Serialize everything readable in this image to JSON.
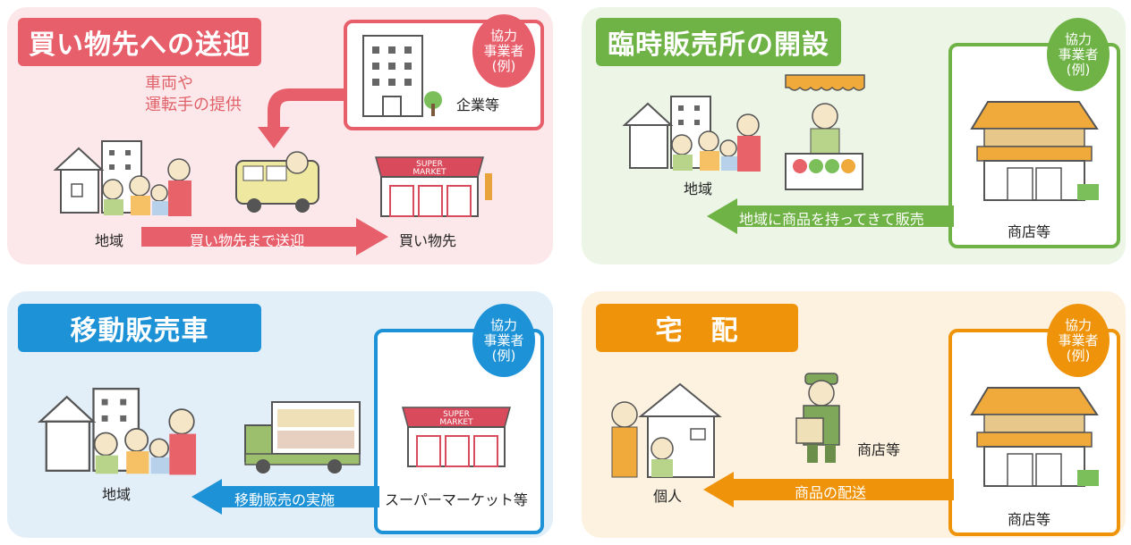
{
  "colors": {
    "pink": "#e85f6c",
    "pink_bg": "#fce8ea",
    "green": "#6fb346",
    "green_bg": "#ecf5e6",
    "blue": "#1e92d6",
    "blue_bg": "#e2eff9",
    "orange": "#ef930b",
    "orange_bg": "#fdf1e0"
  },
  "badge": {
    "line1": "協力",
    "line2": "事業者",
    "line3": "(例)"
  },
  "p1": {
    "title": "買い物先への送迎",
    "vehicle_l1": "車両や",
    "vehicle_l2": "運転手の提供",
    "company": "企業等",
    "community": "地域",
    "arrow": "買い物先まで送迎",
    "shop": "買い物先",
    "icons": {
      "sign1": "SUPER",
      "sign2": "MARKET"
    }
  },
  "p2": {
    "title": "臨時販売所の開設",
    "community": "地域",
    "arrow": "地域に商品を持ってきて販売",
    "store": "商店等"
  },
  "p3": {
    "title": "移動販売車",
    "community": "地域",
    "arrow": "移動販売の実施",
    "store": "スーパーマーケット等",
    "icons": {
      "sign1": "SUPER",
      "sign2": "MARKET"
    }
  },
  "p4": {
    "title": "宅　配",
    "person": "個人",
    "courier": "商店等",
    "arrow": "商品の配送",
    "store": "商店等"
  }
}
